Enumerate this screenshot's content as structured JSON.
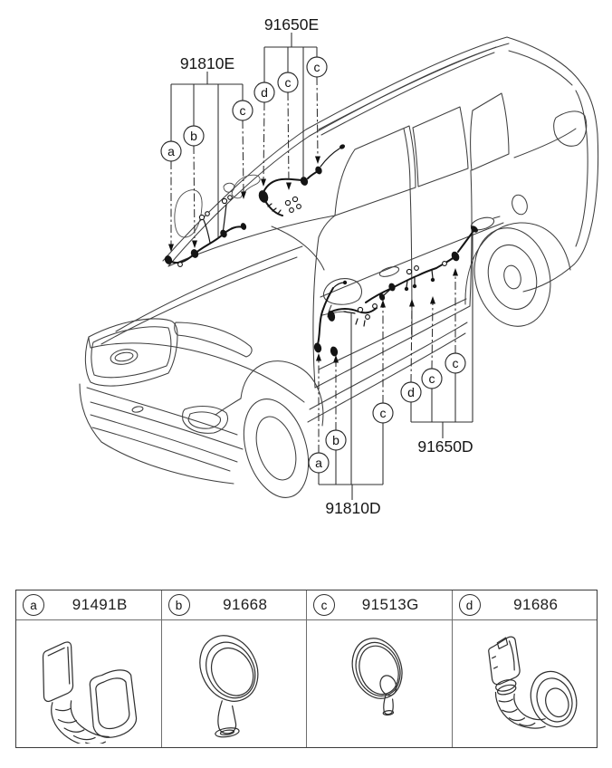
{
  "diagram": {
    "groups": [
      {
        "id": "front-door-harness-upper",
        "label": "91810E",
        "callouts": [
          "a",
          "b",
          "c"
        ]
      },
      {
        "id": "rear-door-harness-upper",
        "label": "91650E",
        "callouts": [
          "d",
          "c",
          "c"
        ]
      },
      {
        "id": "front-door-harness-lower",
        "label": "91810D",
        "callouts": [
          "a",
          "b",
          "c"
        ]
      },
      {
        "id": "rear-door-harness-lower",
        "label": "91650D",
        "callouts": [
          "d",
          "c",
          "c"
        ]
      }
    ]
  },
  "legend": {
    "cells": [
      {
        "letter": "a",
        "part_number": "91491B",
        "illustration": "grommet-bellows-with-plates"
      },
      {
        "letter": "b",
        "part_number": "91668",
        "illustration": "round-grommet-with-tube"
      },
      {
        "letter": "c",
        "part_number": "91513G",
        "illustration": "disc-grommet-with-stub"
      },
      {
        "letter": "d",
        "part_number": "91686",
        "illustration": "connector-bellows-with-grommet"
      }
    ]
  },
  "colors": {
    "line_art": "#3f3f3f",
    "callout": "#2c2c2c",
    "text": "#161616",
    "background": "#ffffff"
  }
}
